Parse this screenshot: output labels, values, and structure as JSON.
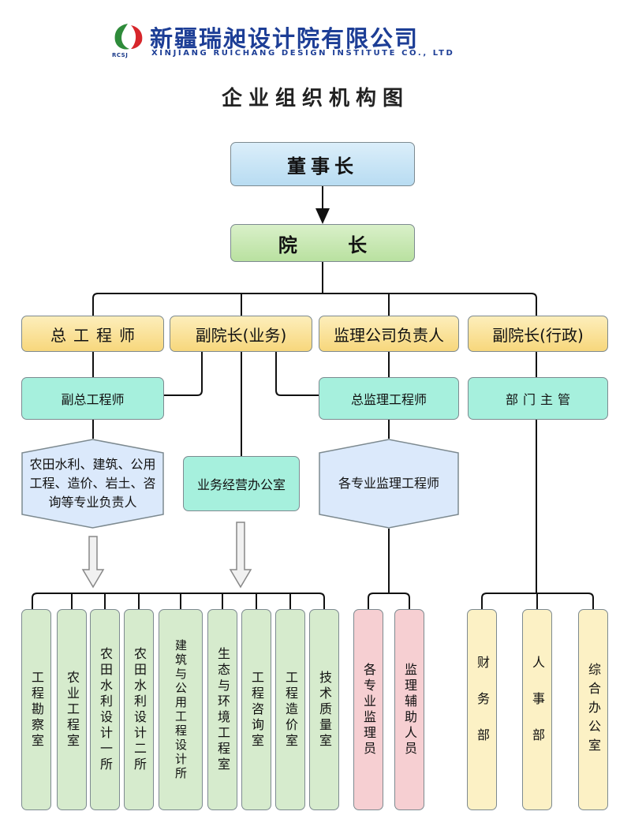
{
  "header": {
    "logo_tag": "RCSJ",
    "company_cn": "新疆瑞昶设计院有限公司",
    "company_en": "XINJIANG RUICHANG DESIGN INSTITUTE CO., LTD"
  },
  "title": "企业组织机构图",
  "chart": {
    "chairman": "董事长",
    "president": "院  长",
    "level1": [
      "总工程师",
      "副院长(业务)",
      "监理公司负责人",
      "副院长(行政)"
    ],
    "level2": [
      "副总工程师",
      "总监理工程师",
      "部门主管"
    ],
    "hex_left": "农田水利、建筑、公用工程、造价、岩土、咨询等专业负责人",
    "business_office": "业务经营办公室",
    "hex_right": "各专业监理工程师",
    "departments_green": [
      "工程勘察室",
      "农业工程室",
      "农田水利设计一所",
      "农田水利设计二所",
      "建筑与公用工程设计所",
      "生态与环境工程室",
      "工程咨询室",
      "工程造价室",
      "技术质量室"
    ],
    "departments_pink": [
      "各专业监理员",
      "监理辅助人员"
    ],
    "departments_yellow": [
      "财务部",
      "人事部",
      "综合办公室"
    ]
  },
  "colors": {
    "brand": "#1d3e96",
    "chairman": "#c9e5f6",
    "president": "#c8e8b3",
    "level1": "#fae2a0",
    "level2": "#a6f0dd",
    "hexagon": "#dbe9fb",
    "green_dept": "#d6ebcd",
    "pink_dept": "#f6cfd2",
    "yellow_dept": "#fcf1c5"
  }
}
